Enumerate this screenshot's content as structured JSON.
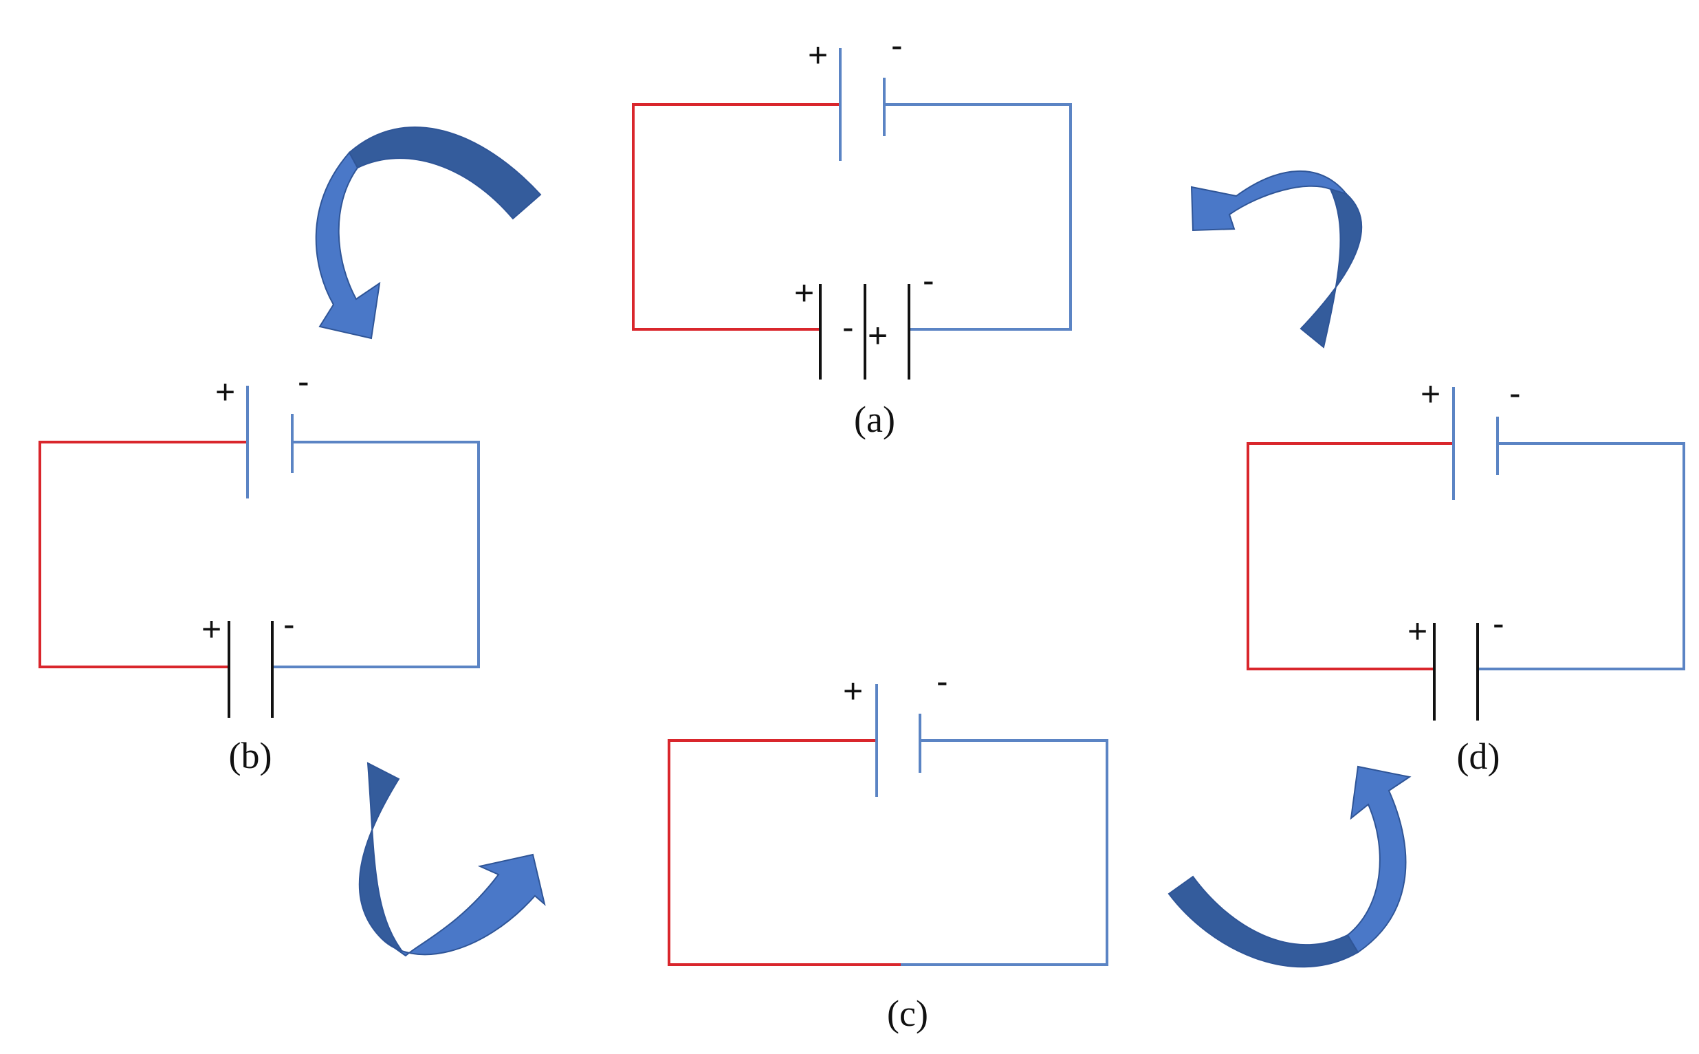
{
  "diagram": {
    "colors": {
      "positive_wire": "#d9262c",
      "negative_wire": "#5b84c4",
      "arrow": "#4a78c8",
      "arrow_shade": "#345c9c"
    },
    "circuits": [
      {
        "id": "a",
        "caption": "(a)",
        "top_source": {
          "plus": "+",
          "minus": "-"
        },
        "bottom_cells": {
          "labels": [
            "+",
            "-",
            "+",
            "-"
          ]
        }
      },
      {
        "id": "b",
        "caption": "(b)",
        "top_source": {
          "plus": "+",
          "minus": "-"
        },
        "bottom_cells": {
          "labels": [
            "+",
            "-"
          ]
        }
      },
      {
        "id": "c",
        "caption": "(c)",
        "top_source": {
          "plus": "+",
          "minus": "-"
        }
      },
      {
        "id": "d",
        "caption": "(d)",
        "top_source": {
          "plus": "+",
          "minus": "-"
        },
        "bottom_cells": {
          "labels": [
            "+",
            "-"
          ]
        }
      }
    ],
    "cycle_arrows": [
      {
        "from": "a",
        "to": "b",
        "icon": "curved-arrow-icon"
      },
      {
        "from": "b",
        "to": "c",
        "icon": "curved-arrow-icon"
      },
      {
        "from": "c",
        "to": "d",
        "icon": "curved-arrow-icon"
      },
      {
        "from": "d",
        "to": "a",
        "icon": "curved-arrow-icon"
      }
    ]
  }
}
